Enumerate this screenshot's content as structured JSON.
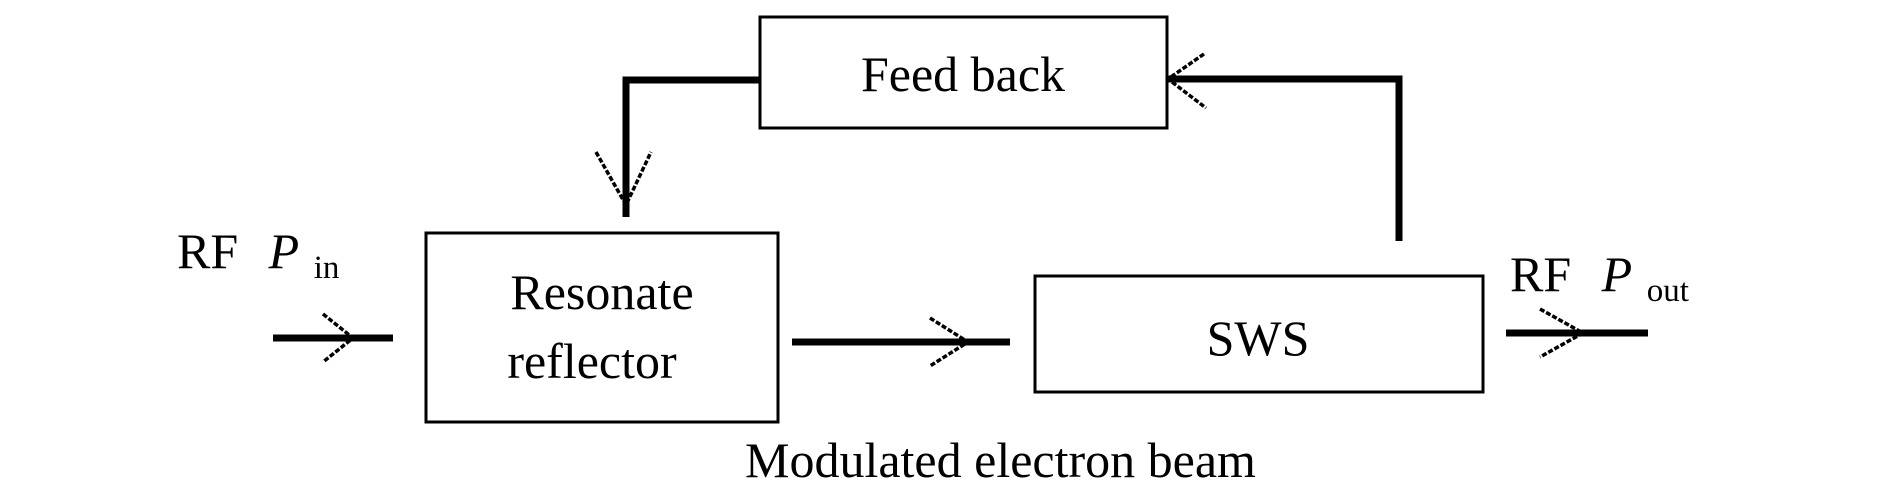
{
  "diagram": {
    "title": "",
    "blocks": {
      "feedback": {
        "label": "Feed back"
      },
      "resonator": {
        "label_line1": "Resonate",
        "label_line2": "reflector"
      },
      "sws": {
        "label": "SWS"
      }
    },
    "signals": {
      "input": {
        "prefix": "RF",
        "symbol": "P",
        "subscript": "in"
      },
      "output": {
        "prefix": "RF",
        "symbol": "P",
        "subscript": "out"
      },
      "beam": {
        "label": "Modulated electron beam"
      }
    },
    "connections": [
      {
        "from": "RF input",
        "to": "Resonate reflector"
      },
      {
        "from": "Resonate reflector",
        "to": "SWS"
      },
      {
        "from": "SWS",
        "to": "RF output"
      },
      {
        "from": "SWS",
        "to": "Feed back"
      },
      {
        "from": "Feed back",
        "to": "Resonate reflector"
      }
    ],
    "colors": {
      "stroke": "#000000",
      "background": "#ffffff"
    }
  }
}
